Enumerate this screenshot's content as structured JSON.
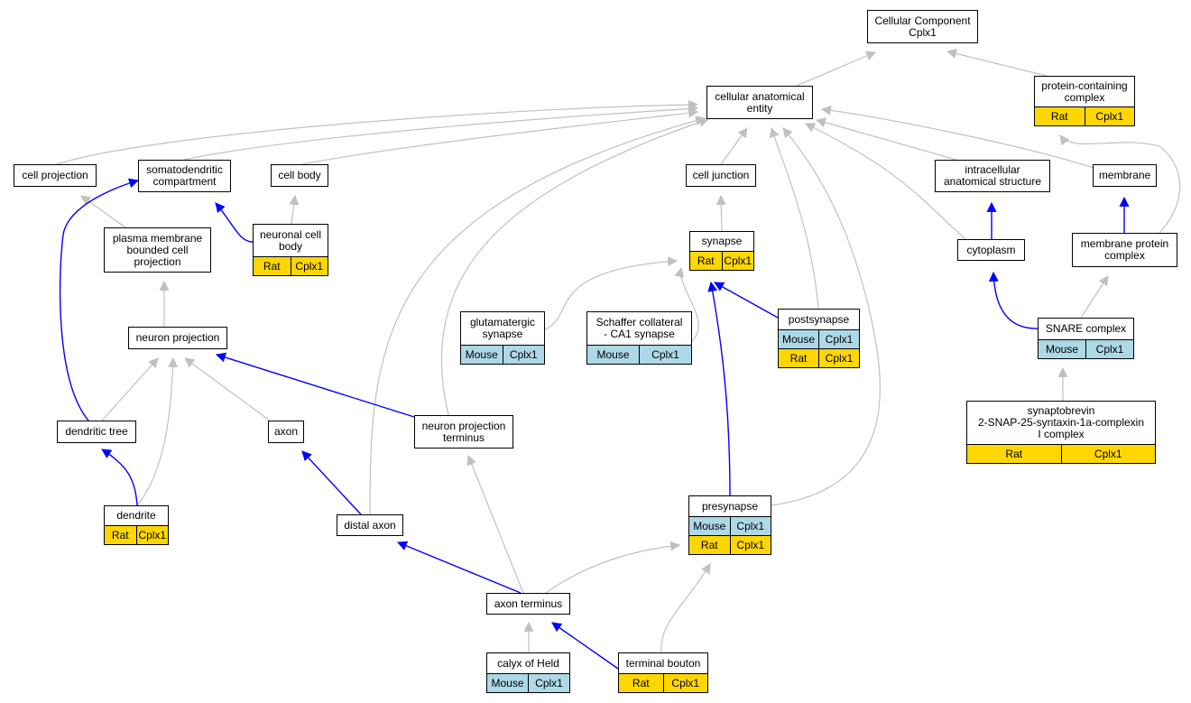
{
  "colors": {
    "is_a_edge": "#c0c0c0",
    "part_of_edge": "#0000ff",
    "rat_annotation": "#ffd700",
    "mouse_annotation": "#add8e6"
  },
  "nodes": [
    {
      "id": "cellular_component",
      "label": "Cellular Component\nCplx1",
      "annotations": []
    },
    {
      "id": "cellular_anatomical_entity",
      "label": "cellular anatomical\nentity",
      "annotations": []
    },
    {
      "id": "protein_containing_complex",
      "label": "protein-containing\ncomplex",
      "annotations": [
        [
          "Rat",
          "Cplx1"
        ]
      ]
    },
    {
      "id": "cell_projection",
      "label": "cell projection",
      "annotations": []
    },
    {
      "id": "somatodendritic_compartment",
      "label": "somatodendritic\ncompartment",
      "annotations": []
    },
    {
      "id": "cell_body",
      "label": "cell body",
      "annotations": []
    },
    {
      "id": "cell_junction",
      "label": "cell junction",
      "annotations": []
    },
    {
      "id": "intracellular_anatomical_structure",
      "label": "intracellular\nanatomical structure",
      "annotations": []
    },
    {
      "id": "membrane",
      "label": "membrane",
      "annotations": []
    },
    {
      "id": "plasma_membrane_bounded_cell_projection",
      "label": "plasma membrane\nbounded cell\nprojection",
      "annotations": []
    },
    {
      "id": "neuronal_cell_body",
      "label": "neuronal cell\nbody",
      "annotations": [
        [
          "Rat",
          "Cplx1"
        ]
      ]
    },
    {
      "id": "synapse",
      "label": "synapse",
      "annotations": [
        [
          "Rat",
          "Cplx1"
        ]
      ]
    },
    {
      "id": "cytoplasm",
      "label": "cytoplasm",
      "annotations": []
    },
    {
      "id": "membrane_protein_complex",
      "label": "membrane protein\ncomplex",
      "annotations": []
    },
    {
      "id": "neuron_projection",
      "label": "neuron projection",
      "annotations": []
    },
    {
      "id": "glutamatergic_synapse",
      "label": "glutamatergic\nsynapse",
      "annotations": [
        [
          "Mouse",
          "Cplx1"
        ]
      ]
    },
    {
      "id": "schaffer_collateral_ca1_synapse",
      "label": "Schaffer collateral\n- CA1 synapse",
      "annotations": [
        [
          "Mouse",
          "Cplx1"
        ]
      ]
    },
    {
      "id": "postsynapse",
      "label": "postsynapse",
      "annotations": [
        [
          "Mouse",
          "Cplx1"
        ],
        [
          "Rat",
          "Cplx1"
        ]
      ]
    },
    {
      "id": "snare_complex",
      "label": "SNARE complex",
      "annotations": [
        [
          "Mouse",
          "Cplx1"
        ]
      ]
    },
    {
      "id": "synaptobrevin_complex",
      "label": "synaptobrevin\n2-SNAP-25-syntaxin-1a-complexin\nI complex",
      "annotations": [
        [
          "Rat",
          "Cplx1"
        ]
      ]
    },
    {
      "id": "dendritic_tree",
      "label": "dendritic tree",
      "annotations": []
    },
    {
      "id": "axon",
      "label": "axon",
      "annotations": []
    },
    {
      "id": "neuron_projection_terminus",
      "label": "neuron projection\nterminus",
      "annotations": []
    },
    {
      "id": "dendrite",
      "label": "dendrite",
      "annotations": [
        [
          "Rat",
          "Cplx1"
        ]
      ]
    },
    {
      "id": "distal_axon",
      "label": "distal axon",
      "annotations": []
    },
    {
      "id": "presynapse",
      "label": "presynapse",
      "annotations": [
        [
          "Mouse",
          "Cplx1"
        ],
        [
          "Rat",
          "Cplx1"
        ]
      ]
    },
    {
      "id": "axon_terminus",
      "label": "axon terminus",
      "annotations": []
    },
    {
      "id": "calyx_of_held",
      "label": "calyx of Held",
      "annotations": [
        [
          "Mouse",
          "Cplx1"
        ]
      ]
    },
    {
      "id": "terminal_bouton",
      "label": "terminal bouton",
      "annotations": [
        [
          "Rat",
          "Cplx1"
        ]
      ]
    }
  ],
  "edges": [
    {
      "from": "cellular_anatomical_entity",
      "to": "cellular_component",
      "type": "is_a"
    },
    {
      "from": "protein_containing_complex",
      "to": "cellular_component",
      "type": "is_a"
    },
    {
      "from": "cell_projection",
      "to": "cellular_anatomical_entity",
      "type": "is_a"
    },
    {
      "from": "somatodendritic_compartment",
      "to": "cellular_anatomical_entity",
      "type": "is_a"
    },
    {
      "from": "cell_body",
      "to": "cellular_anatomical_entity",
      "type": "is_a"
    },
    {
      "from": "cell_junction",
      "to": "cellular_anatomical_entity",
      "type": "is_a"
    },
    {
      "from": "intracellular_anatomical_structure",
      "to": "cellular_anatomical_entity",
      "type": "is_a"
    },
    {
      "from": "membrane",
      "to": "cellular_anatomical_entity",
      "type": "is_a"
    },
    {
      "from": "cytoplasm",
      "to": "cellular_anatomical_entity",
      "type": "is_a"
    },
    {
      "from": "distal_axon",
      "to": "cellular_anatomical_entity",
      "type": "is_a"
    },
    {
      "from": "neuron_projection_terminus",
      "to": "cellular_anatomical_entity",
      "type": "is_a"
    },
    {
      "from": "postsynapse",
      "to": "cellular_anatomical_entity",
      "type": "is_a"
    },
    {
      "from": "presynapse",
      "to": "cellular_anatomical_entity",
      "type": "is_a"
    },
    {
      "from": "membrane_protein_complex",
      "to": "protein_containing_complex",
      "type": "is_a"
    },
    {
      "from": "plasma_membrane_bounded_cell_projection",
      "to": "cell_projection",
      "type": "is_a"
    },
    {
      "from": "neuronal_cell_body",
      "to": "cell_body",
      "type": "is_a"
    },
    {
      "from": "neuronal_cell_body",
      "to": "somatodendritic_compartment",
      "type": "part_of"
    },
    {
      "from": "synapse",
      "to": "cell_junction",
      "type": "is_a"
    },
    {
      "from": "cytoplasm",
      "to": "intracellular_anatomical_structure",
      "type": "part_of"
    },
    {
      "from": "membrane_protein_complex",
      "to": "membrane",
      "type": "part_of"
    },
    {
      "from": "neuron_projection",
      "to": "plasma_membrane_bounded_cell_projection",
      "type": "is_a"
    },
    {
      "from": "glutamatergic_synapse",
      "to": "synapse",
      "type": "is_a"
    },
    {
      "from": "schaffer_collateral_ca1_synapse",
      "to": "synapse",
      "type": "is_a"
    },
    {
      "from": "postsynapse",
      "to": "synapse",
      "type": "part_of"
    },
    {
      "from": "presynapse",
      "to": "synapse",
      "type": "part_of"
    },
    {
      "from": "snare_complex",
      "to": "cytoplasm",
      "type": "part_of"
    },
    {
      "from": "snare_complex",
      "to": "membrane_protein_complex",
      "type": "is_a"
    },
    {
      "from": "synaptobrevin_complex",
      "to": "snare_complex",
      "type": "is_a"
    },
    {
      "from": "dendritic_tree",
      "to": "neuron_projection",
      "type": "is_a"
    },
    {
      "from": "dendritic_tree",
      "to": "somatodendritic_compartment",
      "type": "part_of"
    },
    {
      "from": "axon",
      "to": "neuron_projection",
      "type": "is_a"
    },
    {
      "from": "neuron_projection_terminus",
      "to": "neuron_projection",
      "type": "part_of"
    },
    {
      "from": "dendrite",
      "to": "neuron_projection",
      "type": "is_a"
    },
    {
      "from": "dendrite",
      "to": "dendritic_tree",
      "type": "part_of"
    },
    {
      "from": "distal_axon",
      "to": "axon",
      "type": "part_of"
    },
    {
      "from": "axon_terminus",
      "to": "distal_axon",
      "type": "part_of"
    },
    {
      "from": "axon_terminus",
      "to": "neuron_projection_terminus",
      "type": "is_a"
    },
    {
      "from": "axon_terminus",
      "to": "presynapse",
      "type": "is_a"
    },
    {
      "from": "calyx_of_held",
      "to": "axon_terminus",
      "type": "is_a"
    },
    {
      "from": "terminal_bouton",
      "to": "axon_terminus",
      "type": "part_of"
    },
    {
      "from": "terminal_bouton",
      "to": "presynapse",
      "type": "is_a"
    }
  ]
}
